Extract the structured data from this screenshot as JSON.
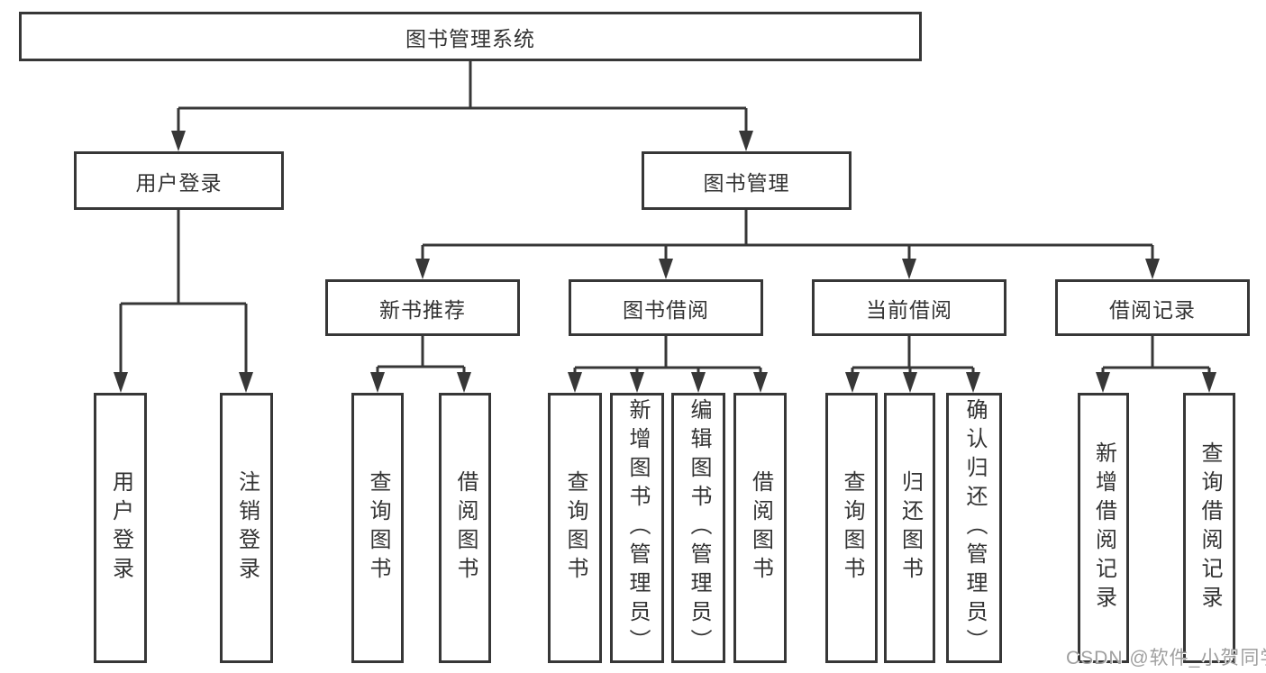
{
  "diagram": {
    "type": "hierarchy-diagram",
    "title": "图书管理系统",
    "tree": {
      "label": "图书管理系统",
      "children": [
        {
          "label": "用户登录",
          "children": [
            {
              "label": "用户登录"
            },
            {
              "label": "注销登录"
            }
          ]
        },
        {
          "label": "图书管理",
          "children": [
            {
              "label": "新书推荐",
              "children": [
                {
                  "label": "查询图书"
                },
                {
                  "label": "借阅图书"
                }
              ]
            },
            {
              "label": "图书借阅",
              "children": [
                {
                  "label": "查询图书"
                },
                {
                  "label": "新增图书（管理员）"
                },
                {
                  "label": "编辑图书（管理员）"
                },
                {
                  "label": "借阅图书"
                }
              ]
            },
            {
              "label": "当前借阅",
              "children": [
                {
                  "label": "查询图书"
                },
                {
                  "label": "归还图书"
                },
                {
                  "label": "确认归还（管理员）"
                }
              ]
            },
            {
              "label": "借阅记录",
              "children": [
                {
                  "label": "新增借阅记录"
                },
                {
                  "label": "查询借阅记录"
                }
              ]
            }
          ]
        }
      ]
    },
    "colors": {
      "line": "#373737",
      "text": "#333333",
      "background": "#ffffff",
      "watermark": "#9f9f9f"
    }
  },
  "watermark": {
    "text": "CSDN @软件_小贺同学"
  }
}
